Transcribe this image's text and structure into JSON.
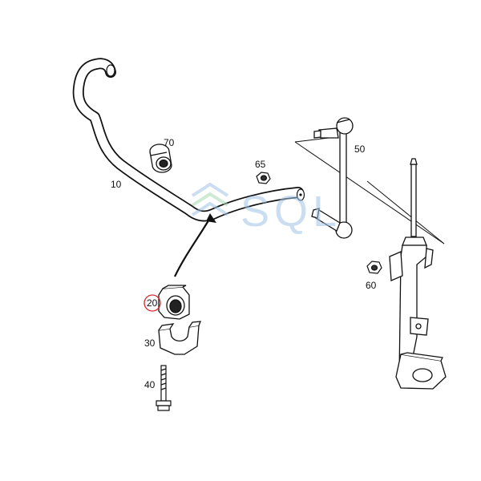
{
  "diagram": {
    "watermark": "SQL",
    "parts": [
      {
        "id": "10",
        "label": "10"
      },
      {
        "id": "20",
        "label": "20",
        "highlighted": true
      },
      {
        "id": "30",
        "label": "30"
      },
      {
        "id": "40",
        "label": "40"
      },
      {
        "id": "50",
        "label": "50"
      },
      {
        "id": "60",
        "label": "60"
      },
      {
        "id": "65",
        "label": "65"
      },
      {
        "id": "70",
        "label": "70"
      }
    ]
  },
  "colors": {
    "line": "#111111",
    "highlight": "#d9262c",
    "watermark_blue": "#9fc3e6",
    "watermark_green": "#a8d9b0"
  }
}
